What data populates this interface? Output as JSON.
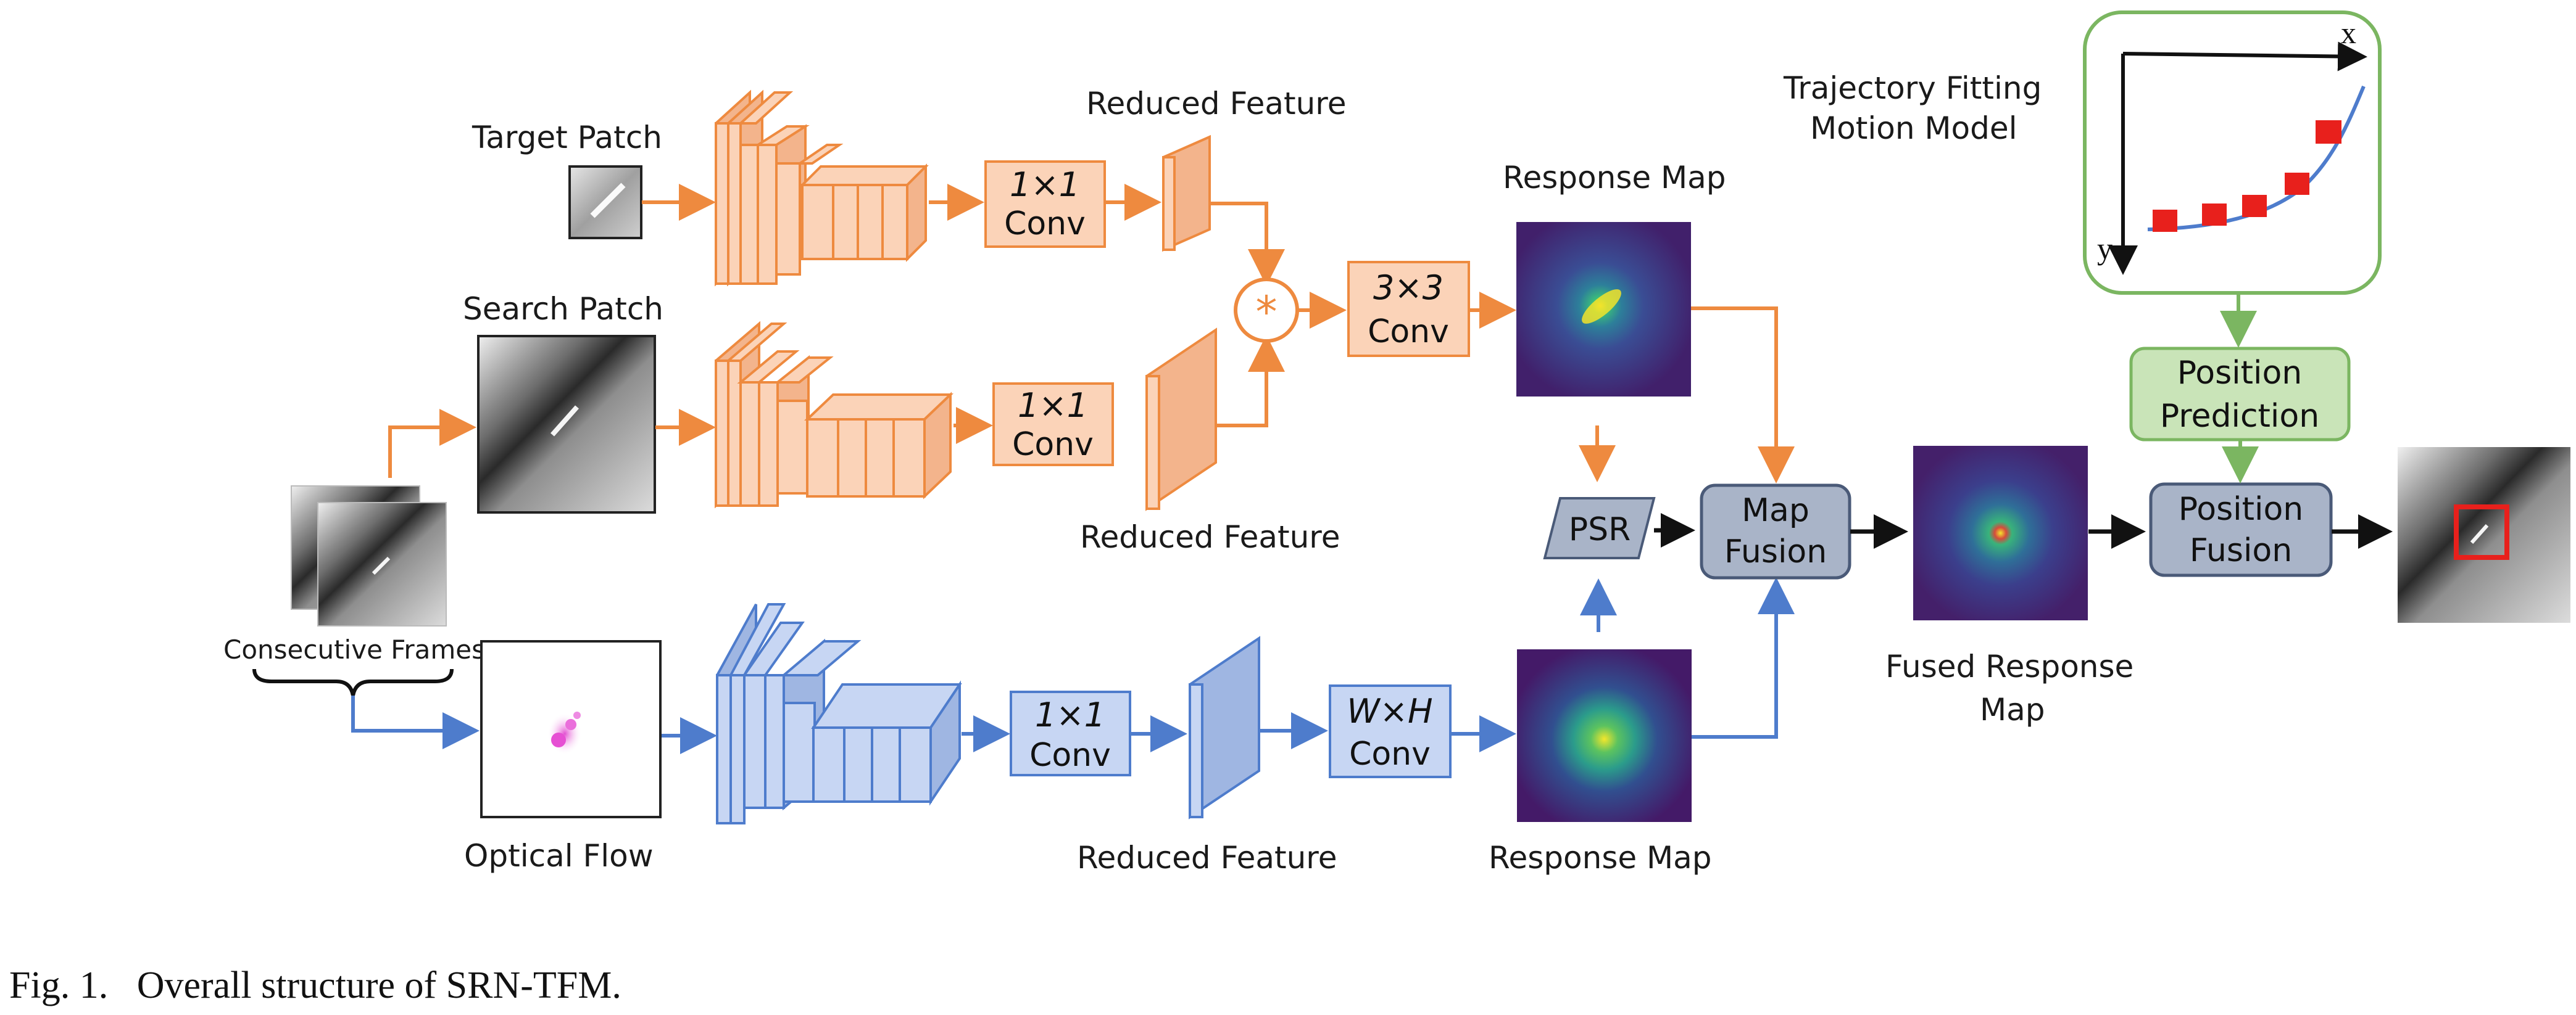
{
  "labels": {
    "target_patch": "Target Patch",
    "search_patch": "Search Patch",
    "consecutive_frames": "Consecutive Frames",
    "optical_flow": "Optical Flow",
    "reduced_feature_top": "Reduced Feature",
    "reduced_feature_mid": "Reduced Feature",
    "reduced_feature_bottom": "Reduced Feature",
    "response_map_top": "Response Map",
    "response_map_bottom": "Response Map",
    "fused_response_map_line1": "Fused Response",
    "fused_response_map_line2": "Map",
    "trajectory_line1": "Trajectory Fitting",
    "trajectory_line2": "Motion Model"
  },
  "boxes": {
    "conv1_top_l1": "1×1",
    "conv1_top_l2": "Conv",
    "conv1_mid_l1": "1×1",
    "conv1_mid_l2": "Conv",
    "conv1_bot_l1": "1×1",
    "conv1_bot_l2": "Conv",
    "conv3_l1": "3×3",
    "conv3_l2": "Conv",
    "convwh_l1": "W×H",
    "convwh_l2": "Conv",
    "correlation_symbol": "*",
    "psr": "PSR",
    "map_fusion_l1": "Map",
    "map_fusion_l2": "Fusion",
    "position_prediction_l1": "Position",
    "position_prediction_l2": "Prediction",
    "position_fusion_l1": "Position",
    "position_fusion_l2": "Fusion"
  },
  "axes": {
    "x": "x",
    "y": "y"
  },
  "caption": "Fig. 1.   Overall structure of SRN-TFM.",
  "colors": {
    "orange_branch": "#ee8a3f",
    "blue_branch": "#4e7ccc",
    "prediction_green": "#7bb661",
    "fusion_gray": "#a9b4c8",
    "target_box_red": "#e8201c"
  }
}
